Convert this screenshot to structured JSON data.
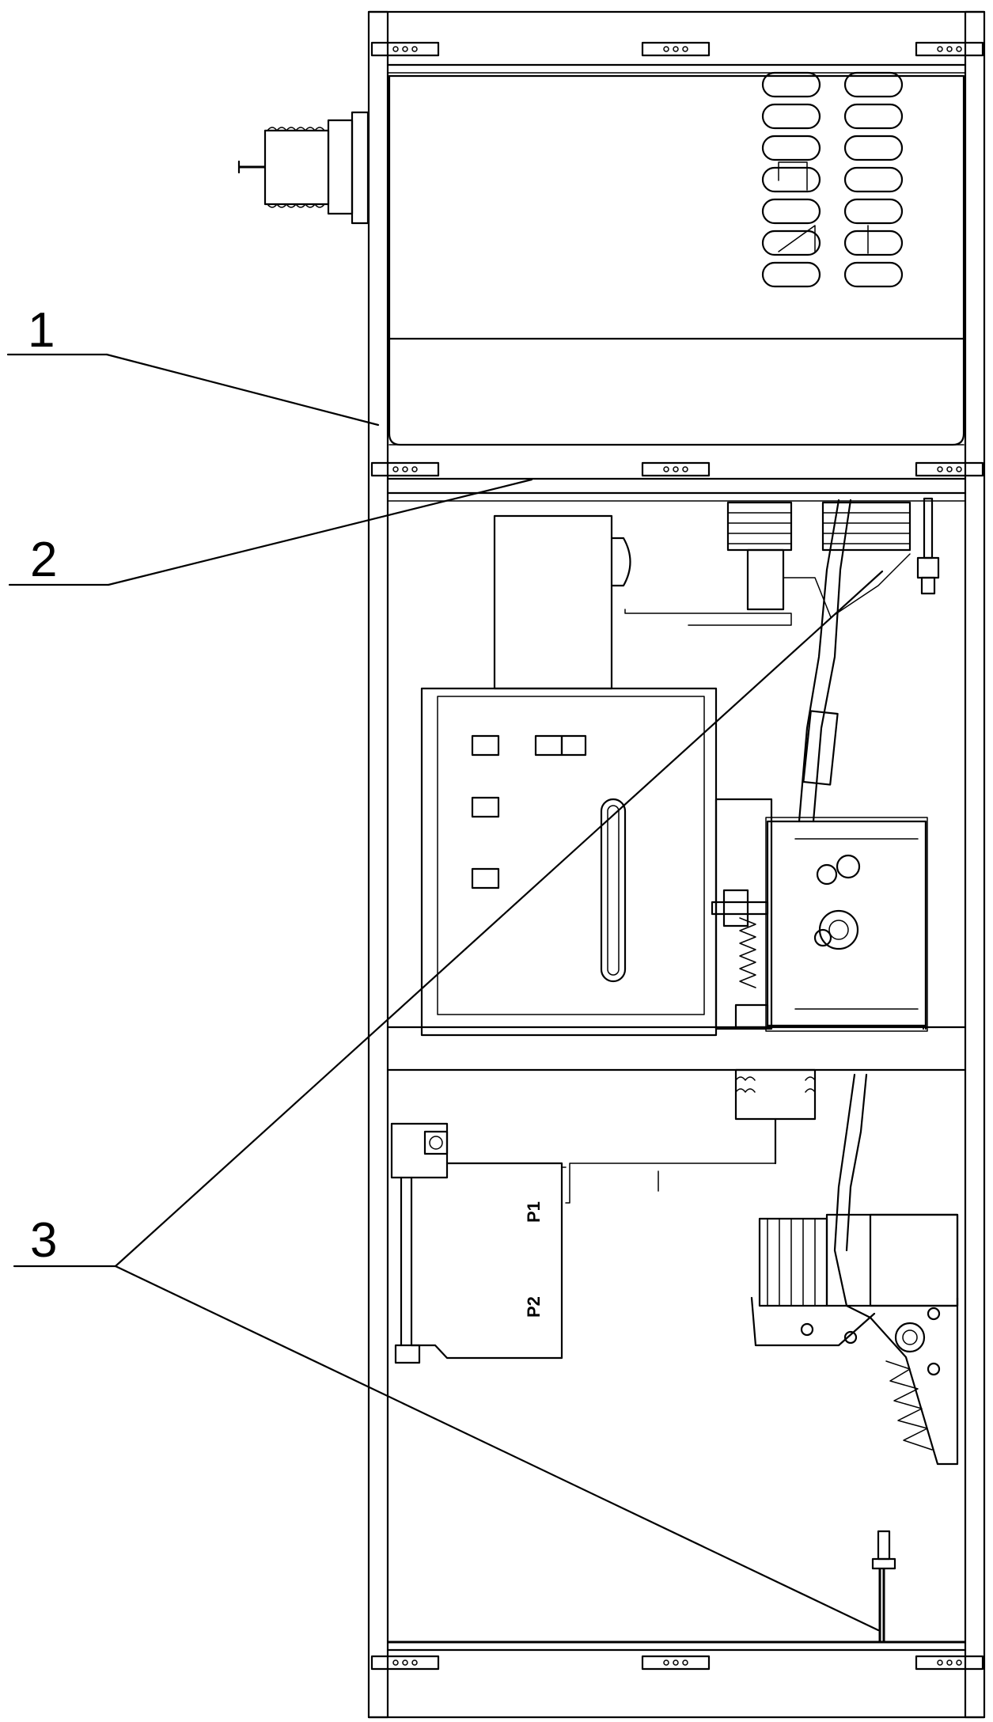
{
  "callouts": [
    {
      "id": "1",
      "label": "1"
    },
    {
      "id": "2",
      "label": "2"
    },
    {
      "id": "3",
      "label": "3"
    }
  ],
  "part_marks": {
    "p1": "P1",
    "p2": "P2"
  }
}
